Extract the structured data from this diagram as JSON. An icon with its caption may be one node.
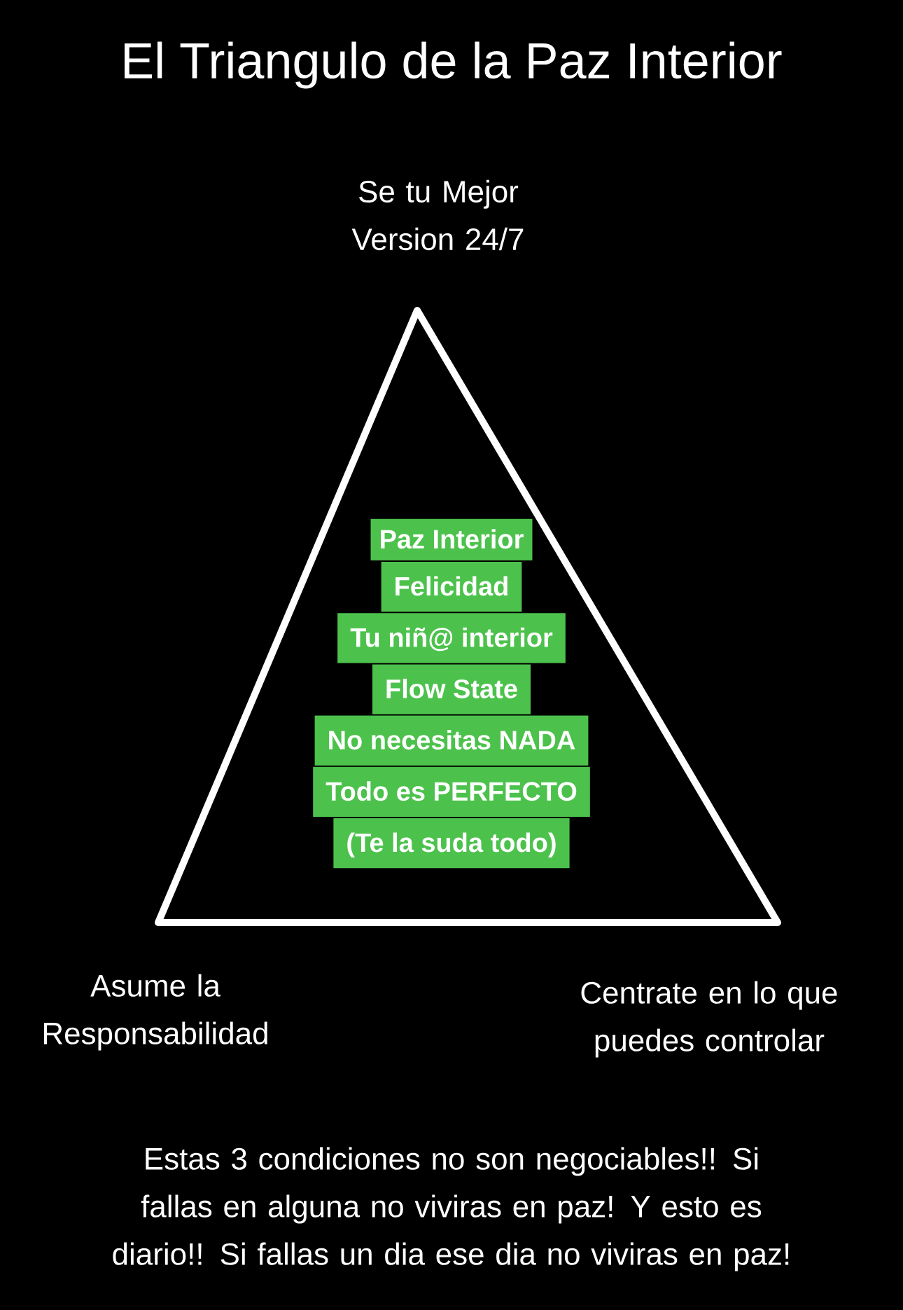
{
  "diagram": {
    "title": "El Triangulo de la Paz Interior",
    "nodes": [
      {
        "text": [],
        "shape": "triangle"
      },
      {
        "text": [
          "Paz Interior",
          "Felicidad",
          "Tu niñ@ interior",
          "Flow State",
          "No necesitas NADA",
          "Todo es PERFECTO",
          "(Te la suda todo)"
        ],
        "in": 0
      }
    ],
    "edges": [],
    "labels": [
      "Se tu Mejor Version 24/7",
      "Asume la Responsabilidad",
      "Centrate en lo que puedes controlar",
      "Estas 3 condiciones no son negociables!! Si fallas en alguna no viviras en paz! Y esto es diario!! Si fallas un dia ese dia no viviras en paz!"
    ]
  }
}
